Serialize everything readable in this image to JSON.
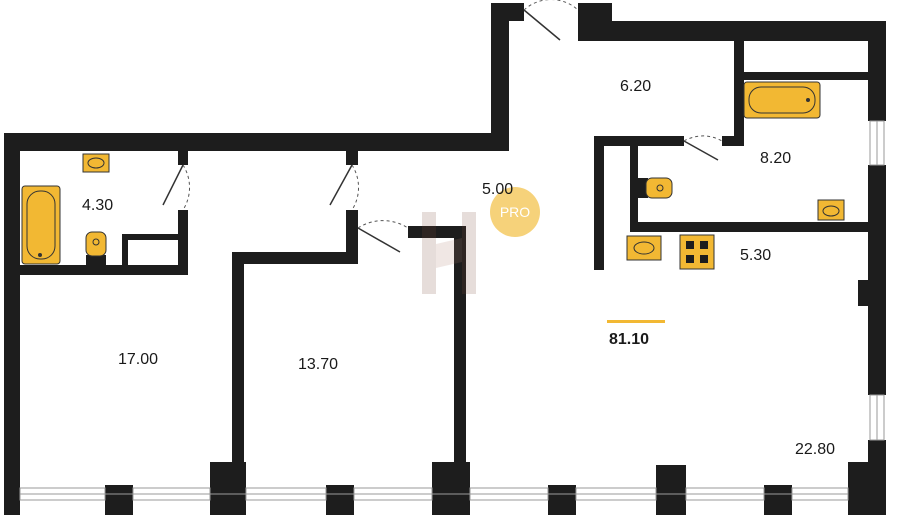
{
  "plan": {
    "rooms": [
      {
        "id": "bath-left",
        "area": "4.30"
      },
      {
        "id": "bedroom-left",
        "area": "17.00"
      },
      {
        "id": "bedroom-middle",
        "area": "13.70"
      },
      {
        "id": "hallway",
        "area": "5.00"
      },
      {
        "id": "entry",
        "area": "6.20"
      },
      {
        "id": "bath-right",
        "area": "8.20"
      },
      {
        "id": "kitchen",
        "area": "5.30"
      },
      {
        "id": "living",
        "area": "22.80"
      }
    ],
    "total_area": "81.10",
    "badge": "PRO",
    "colors": {
      "wall": "#1d1d1d",
      "fixture": "#f2b833",
      "accent_bar": "#f2b833",
      "badge": "#f6d27a"
    }
  }
}
